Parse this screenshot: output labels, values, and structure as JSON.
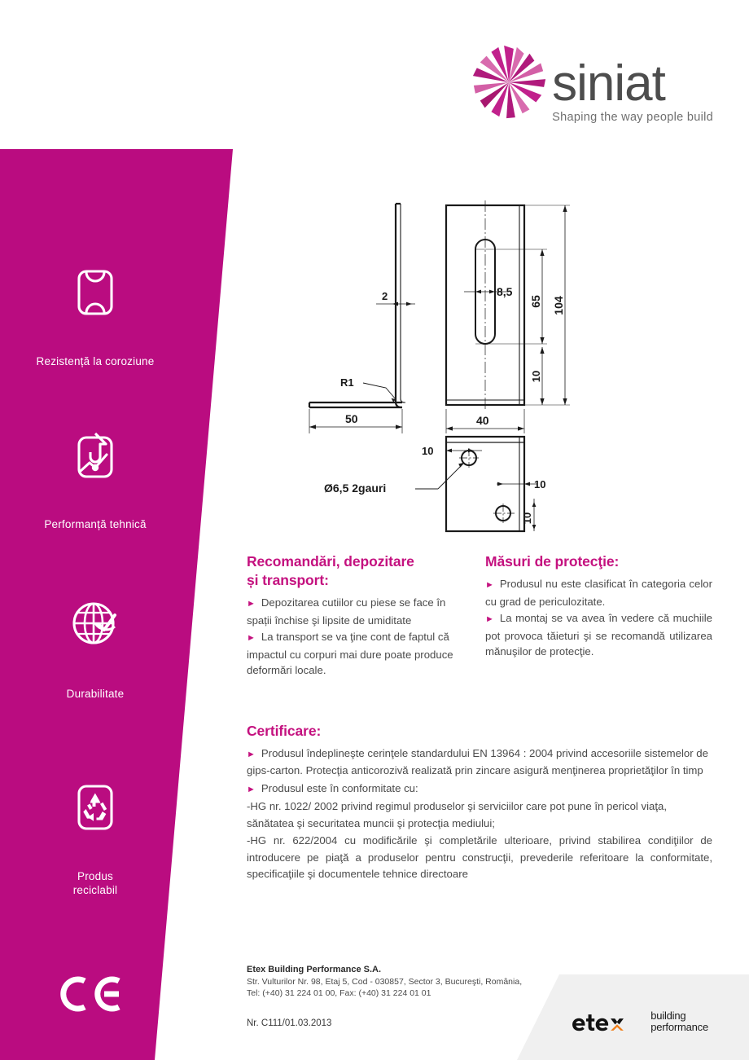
{
  "brand": {
    "logo_name": "siniat-logo",
    "wordmark": "siniat",
    "tagline": "Shaping the way people build",
    "magenta": "#BA0C80",
    "heading_color": "#C4117F",
    "wordmark_color": "#4d4d4d"
  },
  "sidebar": {
    "features": [
      {
        "icon": "corrosion-resistance-icon",
        "label": "Rezistență la coroziune"
      },
      {
        "icon": "technical-performance-icon",
        "label": "Performanță tehnică"
      },
      {
        "icon": "durability-globe-icon",
        "label": "Durabilitate"
      },
      {
        "icon": "recyclable-icon",
        "label": "Produs\nreciclabil"
      }
    ],
    "ce_mark": "CE"
  },
  "drawing": {
    "name": "technical-drawing-bracket",
    "dimensions": {
      "thickness": "2",
      "radius": "R1",
      "leg_length": "50",
      "width": "40",
      "slot_width": "8,5",
      "slot_length": "65",
      "total_height": "104",
      "edge_distance": "10",
      "hole_offset_left": "10",
      "hole_offset_right": "10",
      "hole_offset_bottom": "10",
      "holes_note": "Ø6,5  2gauri"
    }
  },
  "sections": {
    "storage": {
      "title": "Recomandări, depozitare\nși transport:",
      "title_line1": "Recomandări, depozitare",
      "title_line2": "și transport:",
      "bullets": [
        "Depozitarea cutiilor cu piese se face în spații închise şi lipsite de umiditate",
        "La transport se va ţine cont de faptul că impactul cu corpuri mai dure poate produce deformări locale."
      ]
    },
    "protection": {
      "title": "Măsuri de protecţie:",
      "bullets": [
        "Produsul nu este clasificat în categoria celor cu grad de periculozitate.",
        "La montaj se va avea în vedere că muchiile pot provoca tăieturi şi se recomandă utilizarea mănuşilor de protecţie."
      ]
    },
    "certification": {
      "title": "Certificare:",
      "bullets": [
        "Produsul îndeplineşte cerinţele standardului EN 13964 : 2004 privind accesoriile sistemelor de gips-carton. Protecţia anticorozivă realizată prin zincare asigură menţinerea proprietăţilor în timp",
        "Produsul este în conformitate cu:"
      ],
      "items": [
        " -HG nr. 1022/ 2002 privind regimul produselor şi serviciilor care pot pune în pericol viaţa, sănătatea şi securitatea muncii şi protecţia mediului;",
        "-HG nr. 622/2004 cu modificările şi completările ulterioare, privind stabilirea condiţiilor de introducere pe piaţă a produselor pentru construcţii, prevederile referitoare la conformitate, specificaţiile şi documentele tehnice directoare"
      ]
    }
  },
  "footer": {
    "company": "Etex Building Performance S.A.",
    "address": "Str. Vulturilor Nr. 98, Etaj 5, Cod - 030857, Sector 3, Bucureşti, România,",
    "contact": "Tel:  (+40) 31 224 01 00, Fax:  (+40) 31 224 01 01",
    "doc_number": "Nr. C111/01.03.2013",
    "etex_word": "etex",
    "etex_sub_line1": "building",
    "etex_sub_line2": "performance",
    "etex_accent": "#F07F1A"
  }
}
